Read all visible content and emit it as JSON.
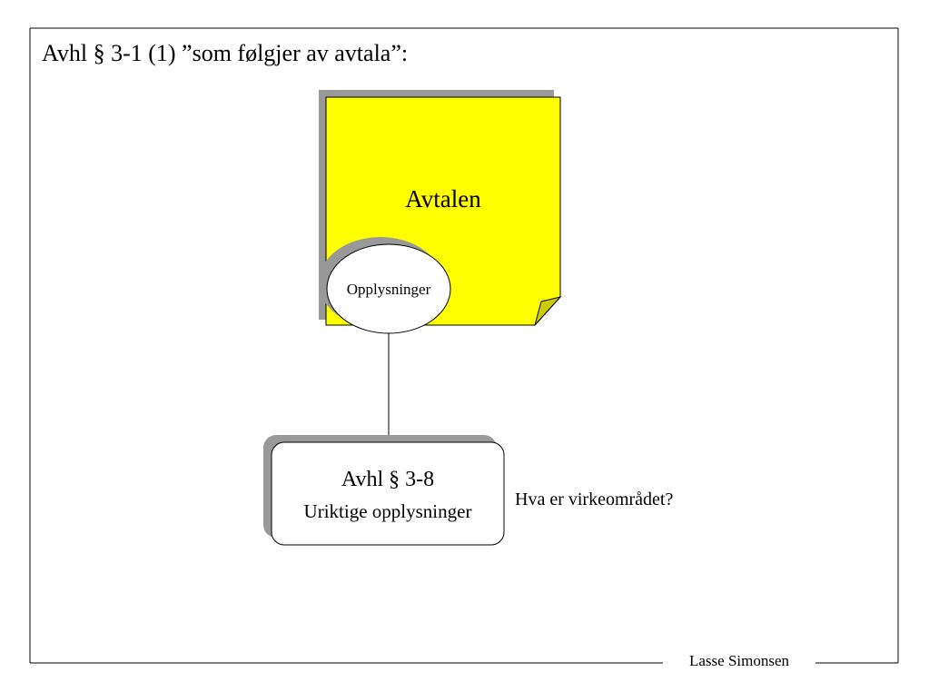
{
  "slide": {
    "title": "Avhl § 3-1 (1) ”som følgjer av avtala”:",
    "footer": "Lasse Simonsen"
  },
  "diagram": {
    "document_label": "Avtalen",
    "oval_label": "Opplysninger",
    "box": {
      "line1": "Avhl § 3-8",
      "line2": "Uriktige opplysninger"
    },
    "side_note": "Hva er virkeområdet?"
  },
  "colors": {
    "note_fill": "#ffff00",
    "fold_fill": "#cccc00",
    "shadow": "#999999",
    "frame": "#000000"
  }
}
